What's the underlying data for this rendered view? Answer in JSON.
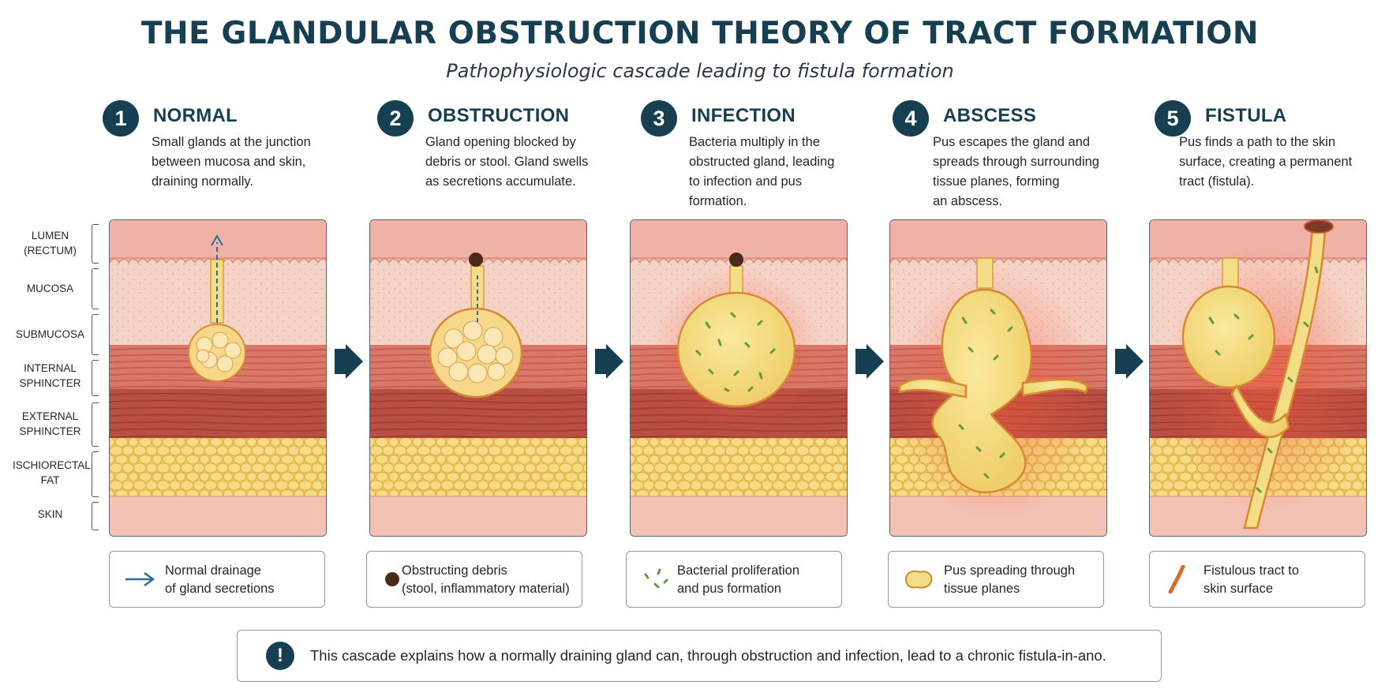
{
  "title": "THE GLANDULAR OBSTRUCTION THEORY OF TRACT FORMATION",
  "subtitle": "Pathophysiologic cascade leading to fistula formation",
  "layers": [
    {
      "label": "LUMEN\n(RECTUM)"
    },
    {
      "label": "MUCOSA"
    },
    {
      "label": "SUBMUCOSA"
    },
    {
      "label": "INTERNAL\nSPHINCTER"
    },
    {
      "label": "EXTERNAL\nSPHINCTER"
    },
    {
      "label": "ISCHIORECTAL\nFAT"
    },
    {
      "label": "SKIN"
    }
  ],
  "stages": [
    {
      "number": "1",
      "name": "NORMAL",
      "description": "Small glands at the junction\nbetween mucosa and skin,\ndraining normally.",
      "legend": "Normal drainage\nof gland secretions",
      "legend_icon": "blue-arrow-icon"
    },
    {
      "number": "2",
      "name": "OBSTRUCTION",
      "description": "Gland opening blocked by\ndebris or stool. Gland swells\nas secretions accumulate.",
      "legend": "Obstructing debris\n(stool, inflammatory material)",
      "legend_icon": "debris-dot-icon"
    },
    {
      "number": "3",
      "name": "INFECTION",
      "description": "Bacteria multiply in the\nobstructed gland, leading\nto infection and pus\nformation.",
      "legend": "Bacterial proliferation\nand pus formation",
      "legend_icon": "bacteria-icon"
    },
    {
      "number": "4",
      "name": "ABSCESS",
      "description": "Pus escapes the gland and\nspreads through surrounding\ntissue planes, forming\nan abscess.",
      "legend": "Pus spreading through\ntissue planes",
      "legend_icon": "pus-blob-icon"
    },
    {
      "number": "5",
      "name": "FISTULA",
      "description": "Pus finds a path to the skin\nsurface, creating a permanent\ntract (fistula).",
      "legend": "Fistulous tract to\nskin surface",
      "legend_icon": "tract-icon"
    }
  ],
  "note": {
    "icon": "exclamation-icon",
    "symbol": "!",
    "text": "This cascade explains how a normally draining gland can, through obstruction and infection, lead to a chronic fistula-in-ano."
  },
  "colors": {
    "navy": "#173f52",
    "lumen": "#f0b1a6",
    "mucosa": "#f6d3c7",
    "internal_sphincter": "#d97868",
    "external_sphincter": "#b94e42",
    "fat": "#f3d06b",
    "skin": "#f3c2b2",
    "pus": "#f5dd87",
    "bacteria": "#5f9b3a",
    "drainage_arrow": "#2a6c9a",
    "debris": "#4a2a1a"
  }
}
